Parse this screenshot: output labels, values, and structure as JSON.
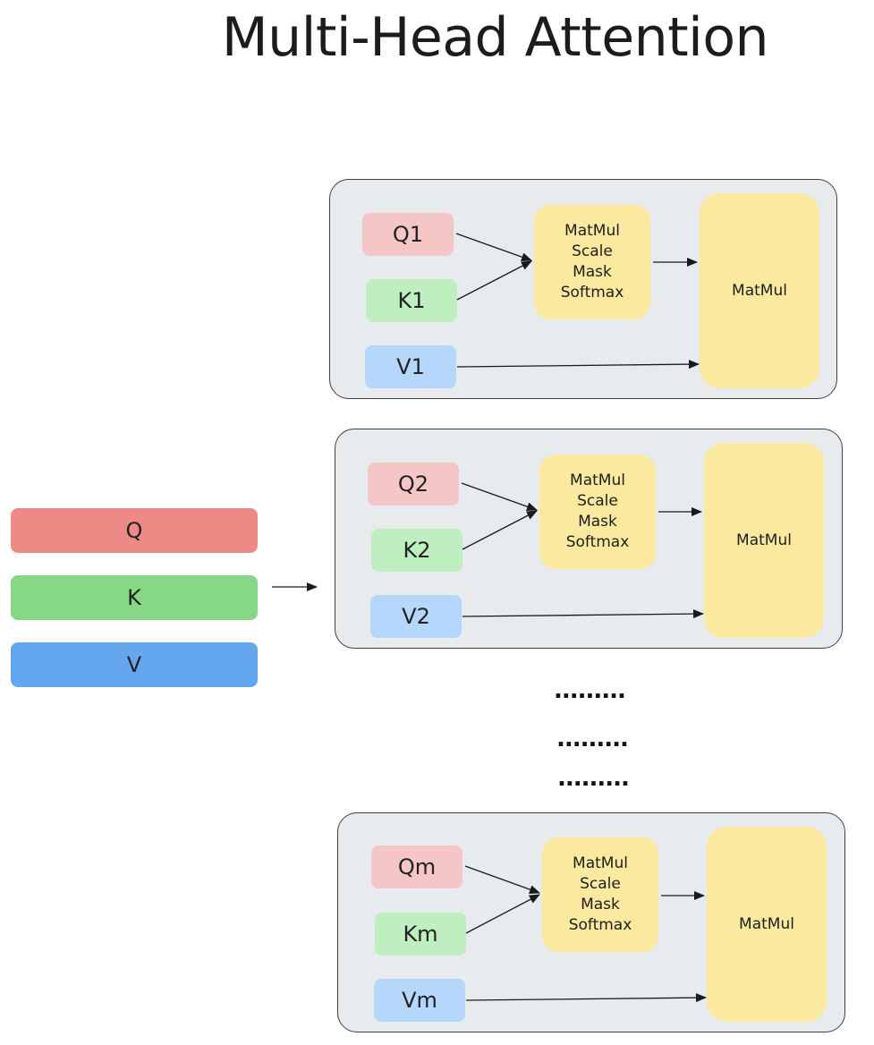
{
  "title": "Multi-Head Attention",
  "inputs": {
    "q": "Q",
    "k": "K",
    "v": "V"
  },
  "heads": [
    {
      "q": "Q1",
      "k": "K1",
      "v": "V1",
      "process_lines": [
        "MatMul",
        "Scale",
        "Mask",
        "Softmax"
      ],
      "output": "MatMul"
    },
    {
      "q": "Q2",
      "k": "K2",
      "v": "V2",
      "process_lines": [
        "MatMul",
        "Scale",
        "Mask",
        "Softmax"
      ],
      "output": "MatMul"
    },
    {
      "q": "Qm",
      "k": "Km",
      "v": "Vm",
      "process_lines": [
        "MatMul",
        "Scale",
        "Mask",
        "Softmax"
      ],
      "output": "MatMul"
    }
  ],
  "ellipsis": [
    ".........",
    ".........",
    "........."
  ],
  "colors": {
    "q_bar": "#ee8a85",
    "k_bar": "#86d886",
    "v_bar": "#65a7ef",
    "q_pill": "#f5c6c6",
    "k_pill": "#bfeec0",
    "v_pill": "#b4d7fb",
    "process": "#fbe9a0",
    "head_bg": "#e8ebee"
  }
}
